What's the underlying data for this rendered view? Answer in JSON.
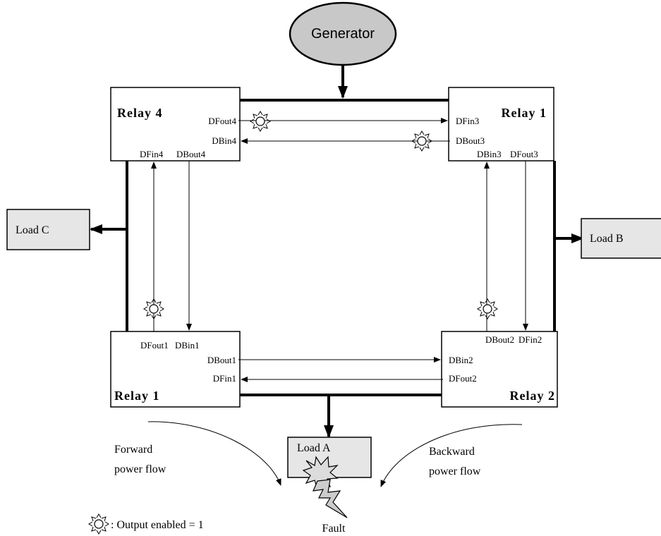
{
  "generator": {
    "label": "Generator"
  },
  "relays": {
    "top_left": {
      "title": "Relay 4",
      "ports": {
        "dfout": "DFout4",
        "dbin": "DBin4",
        "dfin": "DFin4",
        "dbout": "DBout4"
      }
    },
    "top_right": {
      "title": "Relay 1",
      "ports": {
        "dfin": "DFin3",
        "dbout": "DBout3",
        "dbin": "DBin3",
        "dfout": "DFout3"
      }
    },
    "bottom_left": {
      "title": "Relay 1",
      "ports": {
        "dfout": "DFout1",
        "dbin": "DBin1",
        "dbout": "DBout1",
        "dfin": "DFin1"
      }
    },
    "bottom_right": {
      "title": "Relay 2",
      "ports": {
        "dbout": "DBout2",
        "dfin": "DFin2",
        "dbin": "DBin2",
        "dfout": "DFout2"
      }
    }
  },
  "loads": {
    "a": "Load A",
    "b": "Load B",
    "c": "Load C"
  },
  "flows": {
    "forward_line1": "Forward",
    "forward_line2": "power flow",
    "backward_line1": "Backward",
    "backward_line2": "power flow"
  },
  "fault_label": "Fault",
  "legend": {
    "text": ": Output enabled = 1"
  },
  "colors": {
    "generator_fill": "#c8c8c8",
    "load_fill": "#e6e6e6",
    "fault_fill": "#cccccc",
    "line": "#000000"
  }
}
